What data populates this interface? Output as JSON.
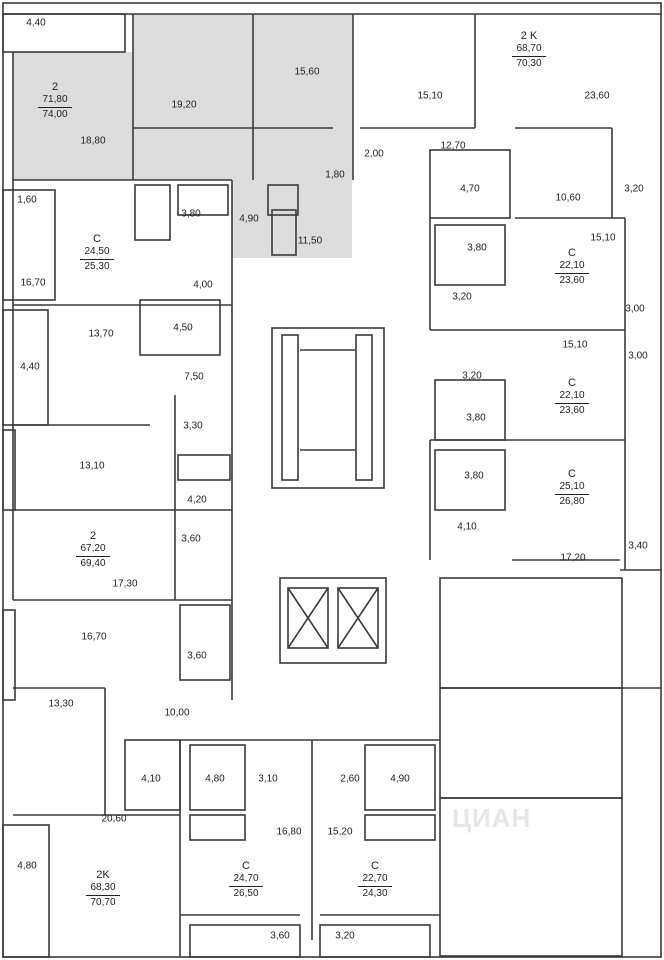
{
  "watermark": "ЦИАН",
  "highlight_color": "#dcdcdc",
  "line_color": "#3a3a3a",
  "apartments": [
    {
      "id": "a1",
      "type": "2",
      "living": "71,80",
      "total": "74,00"
    },
    {
      "id": "a2",
      "type": "2 K",
      "living": "68,70",
      "total": "70,30"
    },
    {
      "id": "a3",
      "type": "С",
      "living": "24,50",
      "total": "25,30"
    },
    {
      "id": "a4",
      "type": "С",
      "living": "22,10",
      "total": "23,60"
    },
    {
      "id": "a5",
      "type": "С",
      "living": "22,10",
      "total": "23,60"
    },
    {
      "id": "a6",
      "type": "С",
      "living": "25,10",
      "total": "26,80"
    },
    {
      "id": "a7",
      "type": "2",
      "living": "67,20",
      "total": "69,40"
    },
    {
      "id": "a8",
      "type": "2K",
      "living": "68,30",
      "total": "70,70"
    },
    {
      "id": "a9",
      "type": "С",
      "living": "24,70",
      "total": "26,50"
    },
    {
      "id": "a10",
      "type": "С",
      "living": "22,70",
      "total": "24,30"
    }
  ],
  "rooms": [
    "4,40",
    "19,20",
    "15,60",
    "15,10",
    "23,60",
    "18,80",
    "12,70",
    "2,00",
    "1,80",
    "3,20",
    "1,60",
    "3,80",
    "4,90",
    "4,70",
    "10,60",
    "11,50",
    "3,80",
    "15,10",
    "16,70",
    "4,00",
    "3,20",
    "3,00",
    "13,70",
    "4,50",
    "7,50",
    "15,10",
    "3,00",
    "4,40",
    "3,20",
    "3,30",
    "3,80",
    "13,10",
    "3,80",
    "4,20",
    "4,10",
    "3,60",
    "17,20",
    "3,40",
    "17,30",
    "16,70",
    "3,60",
    "13,30",
    "10,00",
    "4,10",
    "4,80",
    "3,10",
    "2,60",
    "4,90",
    "20,60",
    "16,80",
    "15,20",
    "4,80",
    "3,60",
    "3,20"
  ]
}
